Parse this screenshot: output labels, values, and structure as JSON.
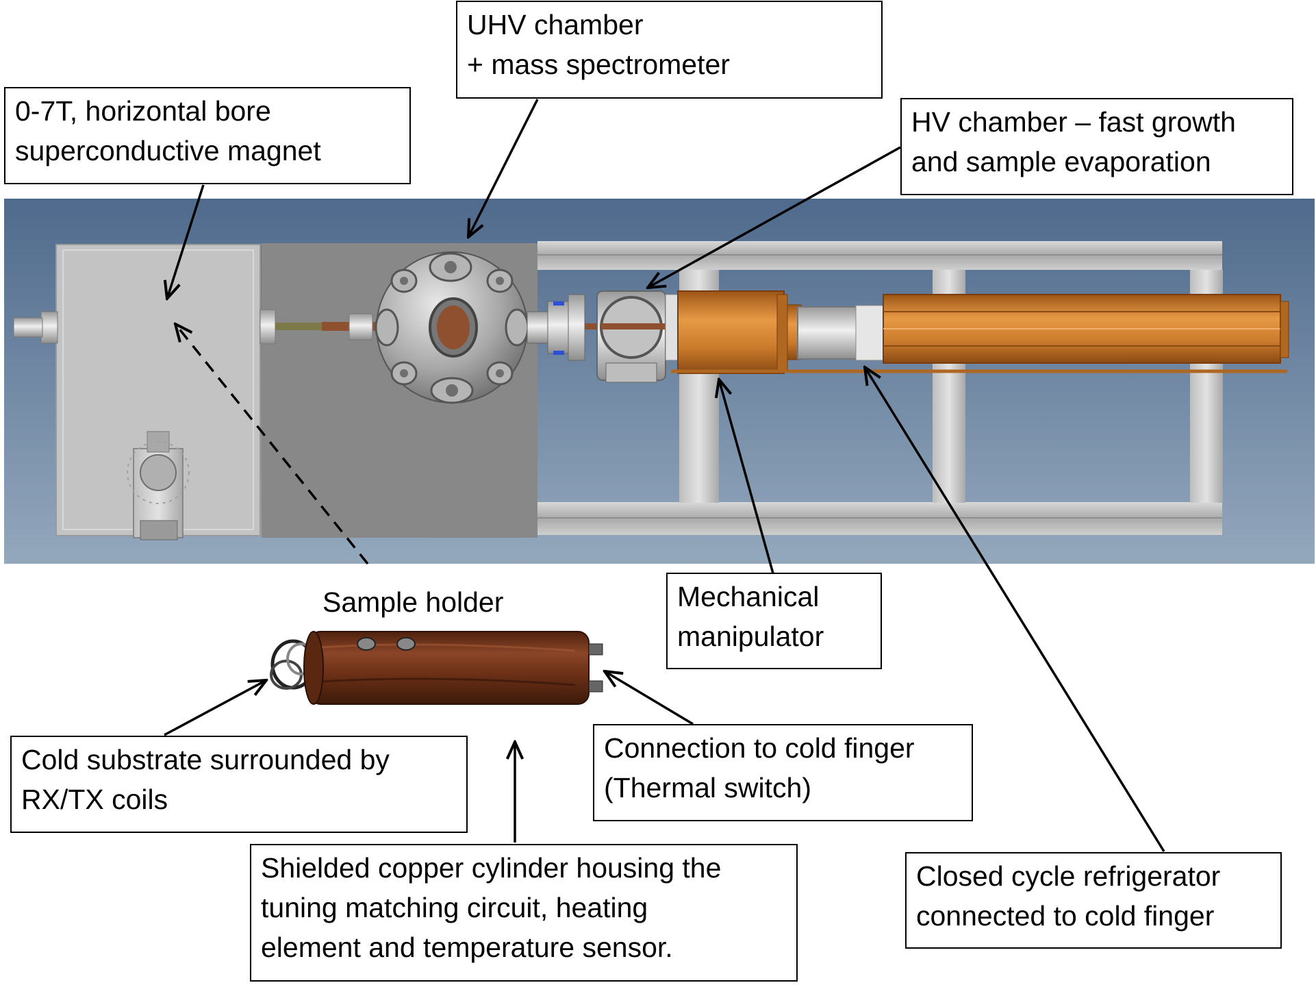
{
  "labels": {
    "magnet": {
      "line1": "0-7T, horizontal bore",
      "line2": "superconductive magnet"
    },
    "uhv": {
      "line1": "UHV chamber",
      "line2": "+ mass spectrometer"
    },
    "hv": {
      "line1": "HV chamber – fast growth",
      "line2": "and sample evaporation"
    },
    "manipulator": {
      "line1": "Mechanical",
      "line2": "manipulator"
    },
    "sample_holder": "Sample holder",
    "cold_substrate": {
      "line1": "Cold substrate surrounded by",
      "line2": "RX/TX coils"
    },
    "connection": {
      "line1": "Connection to cold finger",
      "line2": "(Thermal switch)"
    },
    "shielded": {
      "line1": "Shielded copper cylinder housing the",
      "line2": "tuning matching circuit, heating",
      "line3": "element and temperature sensor."
    },
    "refrigerator": {
      "line1": "Closed cycle refrigerator",
      "line2": "connected to cold finger"
    }
  },
  "colors": {
    "background_panel_top": "#4f6a8c",
    "background_panel_bottom": "#8fa3b8",
    "magnet_gray": "#c6c6c6",
    "frame_gray": "#b4b4b4",
    "copper": "#c8792a",
    "sample_copper": "#7a3a1e"
  }
}
